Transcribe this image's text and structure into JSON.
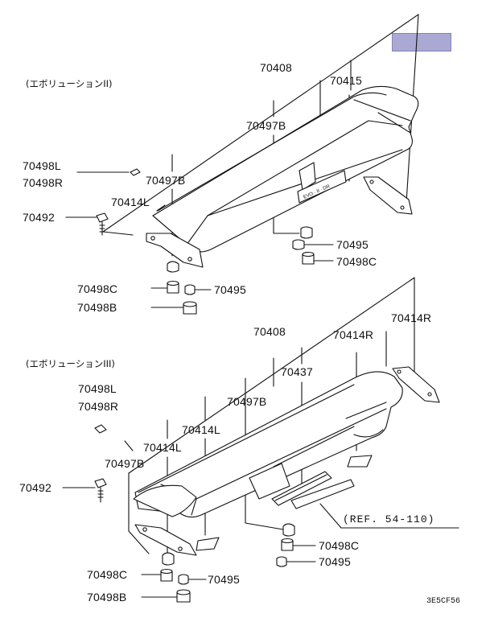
{
  "diagram": {
    "highlight_color": "#a9a9d3",
    "sections": [
      {
        "id": "evo2",
        "heading": "(エボリューションII)"
      },
      {
        "id": "evo3",
        "heading": "(エボリューションIII)"
      }
    ],
    "labels_evo2": [
      "70408",
      "70415",
      "70497B",
      "70498L",
      "70498R",
      "70497B",
      "70414L",
      "70492",
      "70495",
      "70498C",
      "70498C",
      "70495",
      "70498B"
    ],
    "labels_evo3": [
      "70408",
      "70414R",
      "70414R",
      "70437",
      "70498L",
      "70498R",
      "70497B",
      "70414L",
      "70414L",
      "70497B",
      "70492",
      "70498C",
      "70495",
      "70498C",
      "70495",
      "70498B"
    ],
    "reference": "(REF. 54-110)",
    "diagram_code": "3E5CF56"
  }
}
